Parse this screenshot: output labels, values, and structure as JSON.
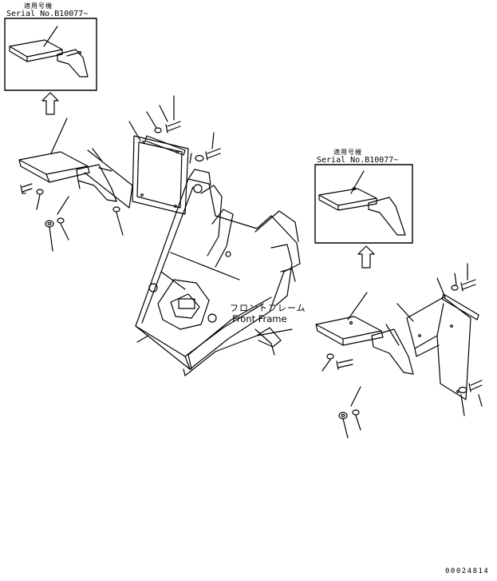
{
  "inset_top_left": {
    "label_ja": "適用号機",
    "label_serial": "Serial No.B10077~"
  },
  "inset_right": {
    "label_ja": "適用号機",
    "label_serial": "Serial No.B10077~"
  },
  "frame_label": {
    "ja": "フロントフレーム",
    "en": "Front Frame"
  },
  "drawing_code": "00024814",
  "colors": {
    "line": "#000000",
    "background": "#ffffff"
  }
}
